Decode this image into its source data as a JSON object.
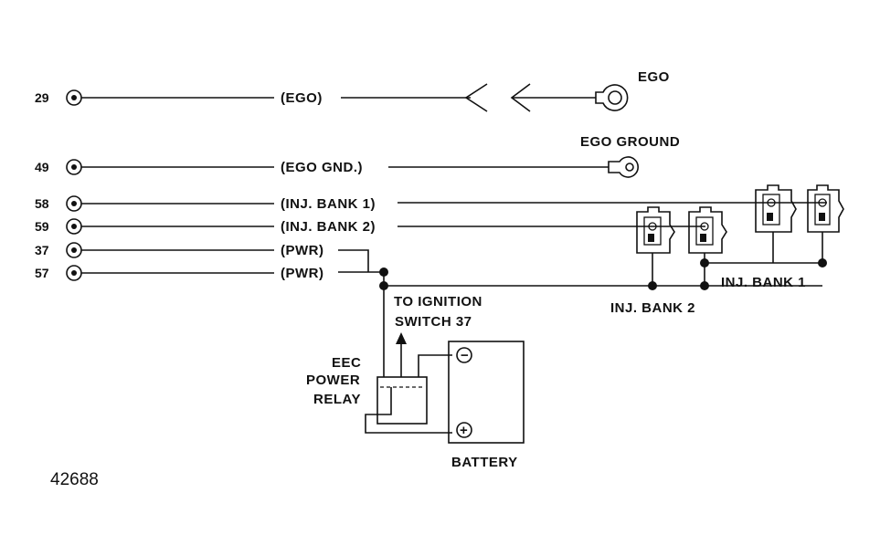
{
  "pins": [
    {
      "number": "29",
      "signal": "(EGO)"
    },
    {
      "number": "49",
      "signal": "(EGO GND.)"
    },
    {
      "number": "58",
      "signal": "(INJ. BANK 1)"
    },
    {
      "number": "59",
      "signal": "(INJ. BANK 2)"
    },
    {
      "number": "37",
      "signal": "(PWR)"
    },
    {
      "number": "57",
      "signal": "(PWR)"
    }
  ],
  "components": {
    "ego_sensor": "EGO",
    "ego_ground": "EGO GROUND",
    "injector_bank_1": "INJ. BANK 1",
    "injector_bank_2": "INJ. BANK 2",
    "ignition_line1": "TO IGNITION",
    "ignition_line2": "SWITCH 37",
    "relay_line1": "EEC",
    "relay_line2": "POWER",
    "relay_line3": "RELAY",
    "battery": "BATTERY",
    "battery_neg": "−",
    "battery_pos": "+"
  },
  "figure_number": "42688"
}
